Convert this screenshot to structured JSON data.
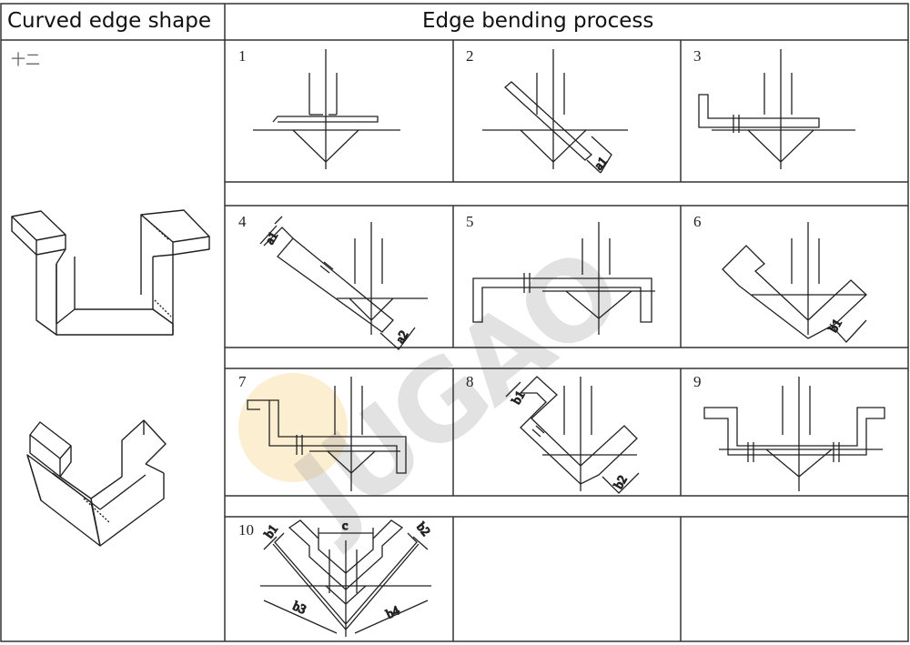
{
  "header": {
    "left_title": "Curved edge shape",
    "right_title": "Edge bending process"
  },
  "left_panel": {
    "corner_mark": "十二"
  },
  "steps": [
    {
      "number": "1"
    },
    {
      "number": "2",
      "dims": [
        "a1"
      ]
    },
    {
      "number": "3"
    },
    {
      "number": "4",
      "dims": [
        "a1",
        "a2"
      ]
    },
    {
      "number": "5"
    },
    {
      "number": "6",
      "dims": [
        "b1"
      ]
    },
    {
      "number": "7"
    },
    {
      "number": "8",
      "dims": [
        "b1",
        "b2"
      ]
    },
    {
      "number": "9"
    },
    {
      "number": "10",
      "dims": [
        "b1",
        "c",
        "b2",
        "b3",
        "b4"
      ]
    }
  ],
  "watermark": {
    "text": "JUGAO",
    "dot_color": "#f3c35a",
    "text_color": "#9a9a9a"
  },
  "colors": {
    "line": "#222222",
    "grid": "#333333",
    "background": "#ffffff"
  }
}
